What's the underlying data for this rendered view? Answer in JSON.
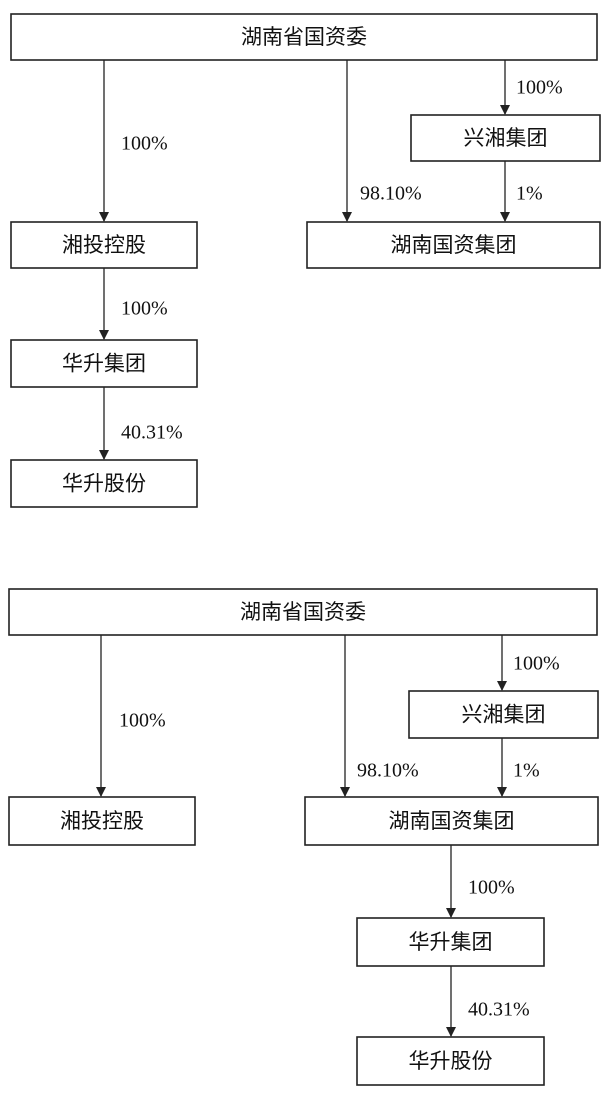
{
  "diagrams": [
    {
      "nodes": {
        "sasac": "湖南省国资委",
        "xingxiang": "兴湘集团",
        "xiangtou": "湘投控股",
        "hnguozi": "湖南国资集团",
        "huasheng_group": "华升集团",
        "huasheng_shares": "华升股份"
      },
      "edges": [
        {
          "from": "sasac",
          "to": "xiangtou",
          "label": "100%"
        },
        {
          "from": "sasac",
          "to": "hnguozi",
          "label": "98.10%"
        },
        {
          "from": "sasac",
          "to": "xingxiang",
          "label": "100%"
        },
        {
          "from": "xingxiang",
          "to": "hnguozi",
          "label": "1%"
        },
        {
          "from": "xiangtou",
          "to": "huasheng_group",
          "label": "100%"
        },
        {
          "from": "huasheng_group",
          "to": "huasheng_shares",
          "label": "40.31%"
        }
      ]
    },
    {
      "nodes": {
        "sasac": "湖南省国资委",
        "xingxiang": "兴湘集团",
        "xiangtou": "湘投控股",
        "hnguozi": "湖南国资集团",
        "huasheng_group": "华升集团",
        "huasheng_shares": "华升股份"
      },
      "edges": [
        {
          "from": "sasac",
          "to": "xiangtou",
          "label": "100%"
        },
        {
          "from": "sasac",
          "to": "hnguozi",
          "label": "98.10%"
        },
        {
          "from": "sasac",
          "to": "xingxiang",
          "label": "100%"
        },
        {
          "from": "xingxiang",
          "to": "hnguozi",
          "label": "1%"
        },
        {
          "from": "hnguozi",
          "to": "huasheng_group",
          "label": "100%"
        },
        {
          "from": "huasheng_group",
          "to": "huasheng_shares",
          "label": "40.31%"
        }
      ]
    }
  ]
}
